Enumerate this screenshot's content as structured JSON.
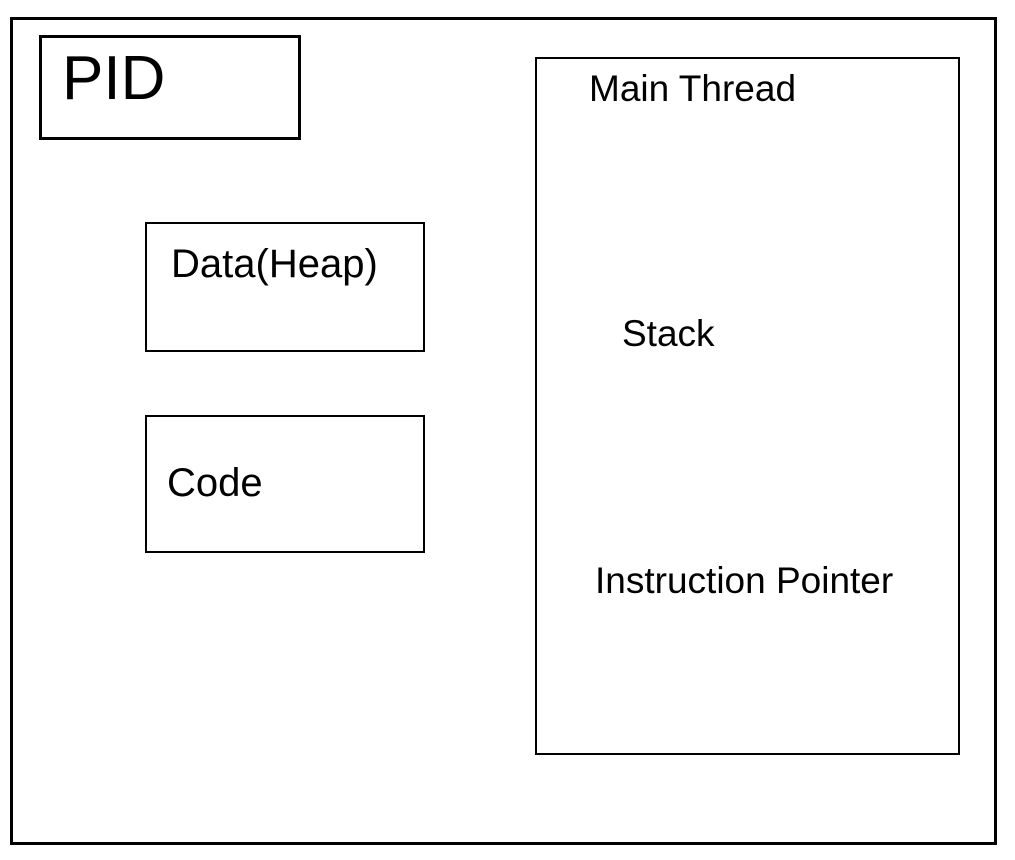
{
  "diagram": {
    "process": {
      "pid_label": "PID",
      "data_heap_label": "Data(Heap)",
      "code_label": "Code",
      "main_thread": {
        "title": "Main Thread",
        "stack_label": "Stack",
        "instruction_pointer_label": "Instruction Pointer"
      }
    },
    "colors": {
      "border": "#000000",
      "background": "#ffffff",
      "text": "#000000"
    }
  }
}
